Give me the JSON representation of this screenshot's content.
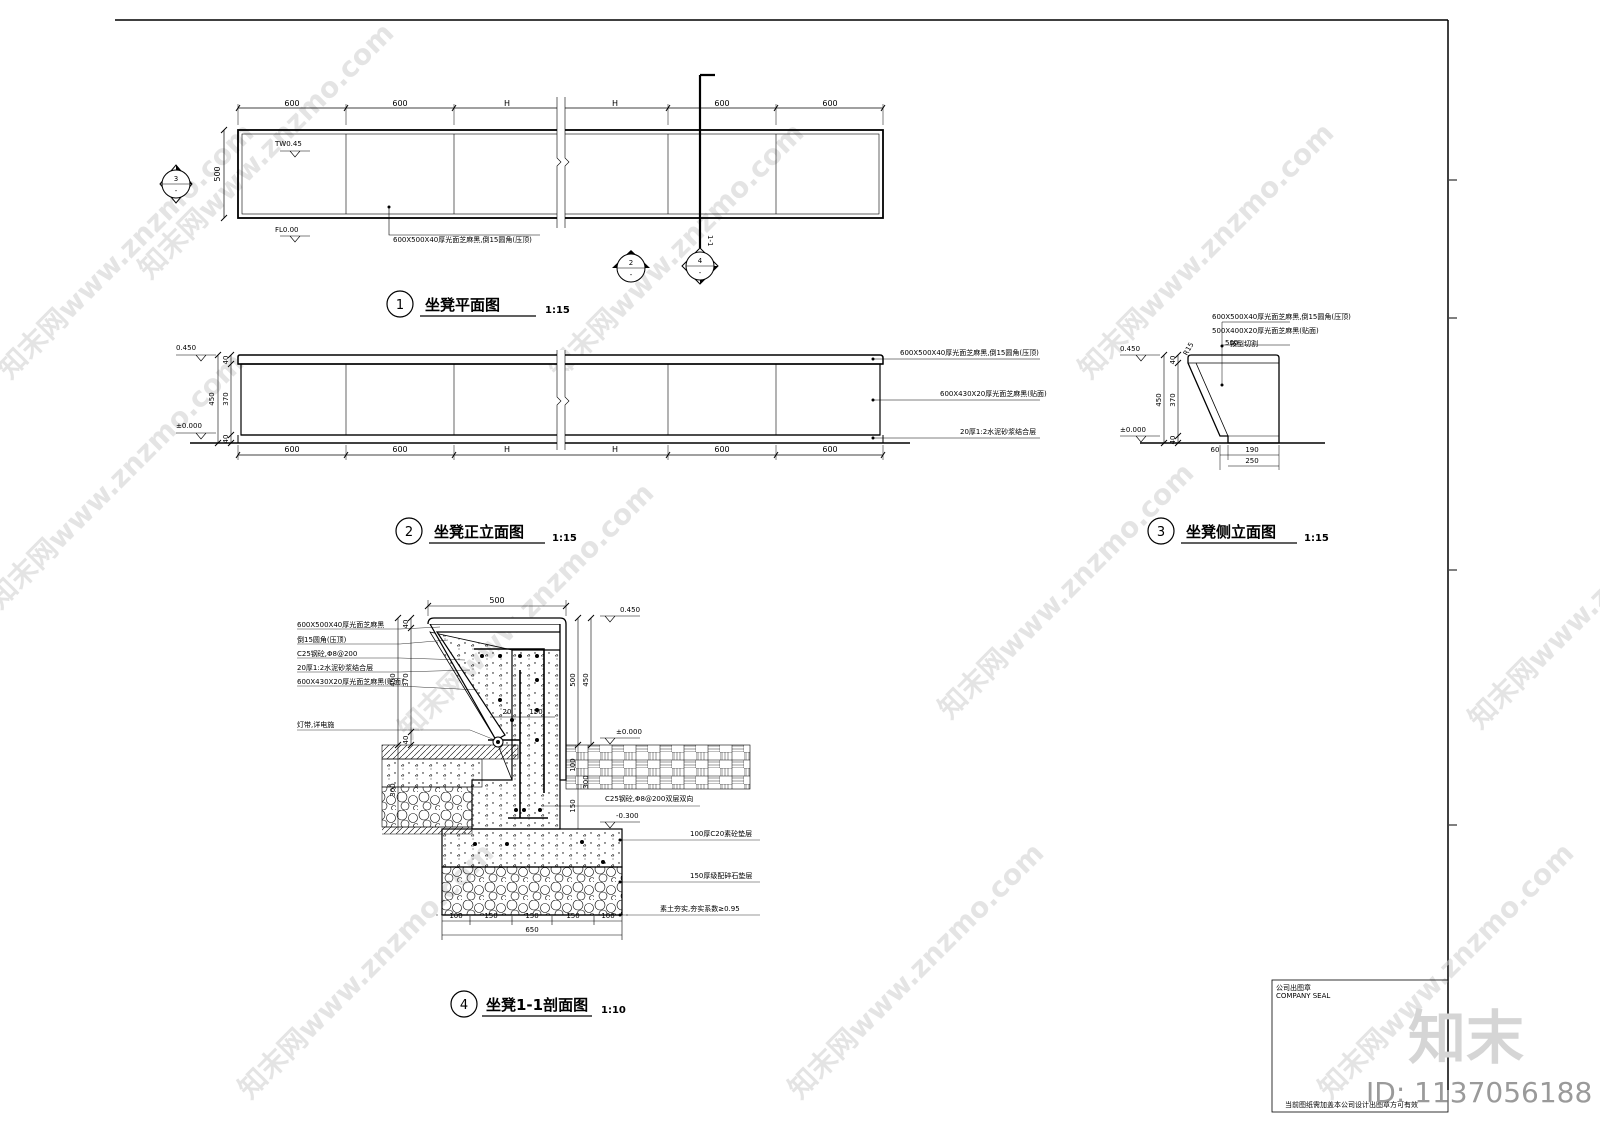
{
  "plan": {
    "dims_top": [
      "600",
      "600",
      "H",
      "H",
      "600",
      "600"
    ],
    "dim_height": "500",
    "level_top": "TW0.45",
    "level_bottom": "FL0.00",
    "note": "600X500X40厚光面芝麻黑,倒15圆角(压顶)",
    "title_num": "1",
    "title": "坐凳平面图",
    "scale": "1:15",
    "sec_marker": "1-1"
  },
  "markers": {
    "m3": {
      "num": "3",
      "sheet": "-"
    },
    "m2": {
      "num": "2",
      "sheet": "-"
    },
    "m4": {
      "num": "4",
      "sheet": "-"
    }
  },
  "front": {
    "lvl_top": "0.450",
    "lvl_bottom": "±0.000",
    "vdims": [
      "40",
      "450",
      "370",
      "40"
    ],
    "dims_bottom": [
      "600",
      "600",
      "H",
      "H",
      "600",
      "600"
    ],
    "notes": [
      "600X500X40厚光面芝麻黑,倒15圆角(压顶)",
      "600X430X20厚光面芝麻黑(贴面)",
      "20厚1:2水泥砂浆结合层"
    ],
    "title_num": "2",
    "title": "坐凳正立面图",
    "scale": "1:15"
  },
  "side": {
    "notes": [
      "600X500X40厚光面芝麻黑,倒15圆角(压顶)",
      "500X400X20厚光面芝麻黑(贴面)",
      "按型切割"
    ],
    "lvl_top": "0.450",
    "lvl_bottom": "±0.000",
    "dim_top": "500",
    "r_label": "R15",
    "vdims": [
      "40",
      "450",
      "370",
      "40"
    ],
    "dims_bottom": [
      "60",
      "190",
      "250"
    ],
    "title_num": "3",
    "title": "坐凳侧立面图",
    "scale": "1:15"
  },
  "section": {
    "dim_top": "500",
    "lvl_top": "0.450",
    "lvl_zero": "±0.000",
    "lvl_neg": "-0.300",
    "left_notes": [
      "600X500X40厚光面芝麻黑",
      "倒15圆角(压顶)",
      "C25钢砼,Φ8@200",
      "20厚1:2水泥砂浆结合层",
      "600X430X20厚光面芝麻黑(贴面)"
    ],
    "light_note": "灯带,详电施",
    "rebar_note": "C25钢砼,Φ8@200双层双向",
    "layer_notes": [
      "100厚C20素砼垫层",
      "150厚级配碎石垫层",
      "素土夯实,夯实系数≥0.95"
    ],
    "left_vdims": [
      "40",
      "450",
      "370",
      "40"
    ],
    "right_vdims": [
      "500",
      "450"
    ],
    "inner_dims": [
      "20",
      "150"
    ],
    "mid_vdims": [
      "100",
      "300",
      "150",
      "300"
    ],
    "dims_bottom": [
      "100",
      "150",
      "150",
      "150",
      "100"
    ],
    "dim_total": "650",
    "title_num": "4",
    "title": "坐凳1-1剖面图",
    "scale": "1:10"
  },
  "titleblock": {
    "seal_cn": "公司出图章",
    "seal_en": "COMPANY SEAL",
    "footer": "当前图纸需加盖本公司设计出图章方可有效"
  },
  "watermark": {
    "text": "知末网www.znzmo.com",
    "logo": "知末",
    "id": "ID: 1137056188"
  }
}
